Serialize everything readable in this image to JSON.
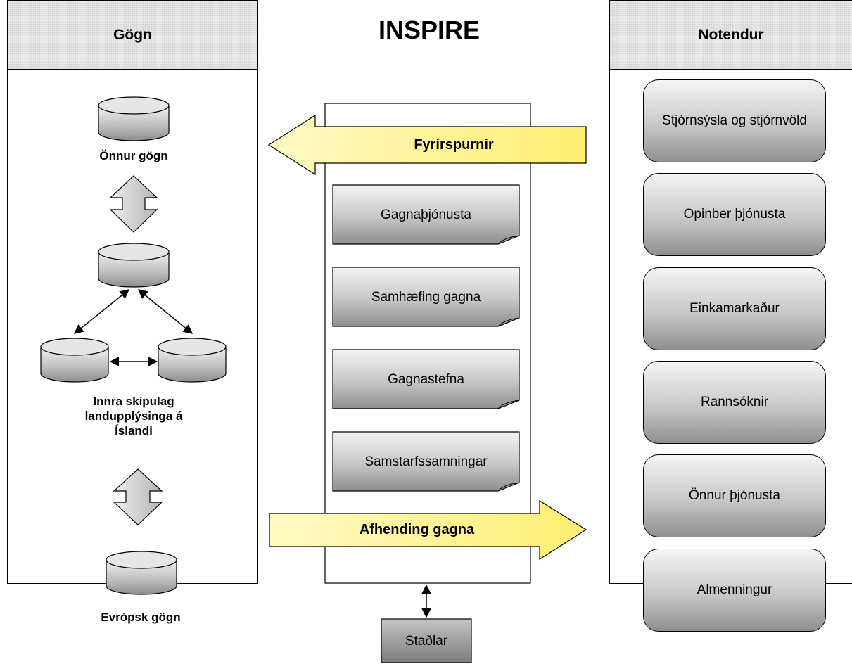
{
  "title": "INSPIRE",
  "left_panel": {
    "header": "Gögn",
    "labels": {
      "other_data": "Önnur gögn",
      "infrastructure": "Innra skipulag landupplýsinga á Íslandi",
      "european_data": "Evrópsk gögn"
    }
  },
  "right_panel": {
    "header": "Notendur",
    "users": [
      "Stjórnsýsla og stjórnvöld",
      "Opinber þjónusta",
      "Einkamarkaður",
      "Rannsóknir",
      "Önnur þjónusta",
      "Almenningur"
    ]
  },
  "center": {
    "queries_arrow": "Fyrirspurnir",
    "delivery_arrow": "Afhending gagna",
    "documents": [
      "Gagnaþjónusta",
      "Samhæfing gagna",
      "Gagnastefna",
      "Samstarfssamningar"
    ],
    "standards": "Staðlar"
  },
  "colors": {
    "arrow_yellow": "#fff7a0",
    "gray_dark": "#8f8f8f",
    "gray_light": "#f5f5f5"
  }
}
